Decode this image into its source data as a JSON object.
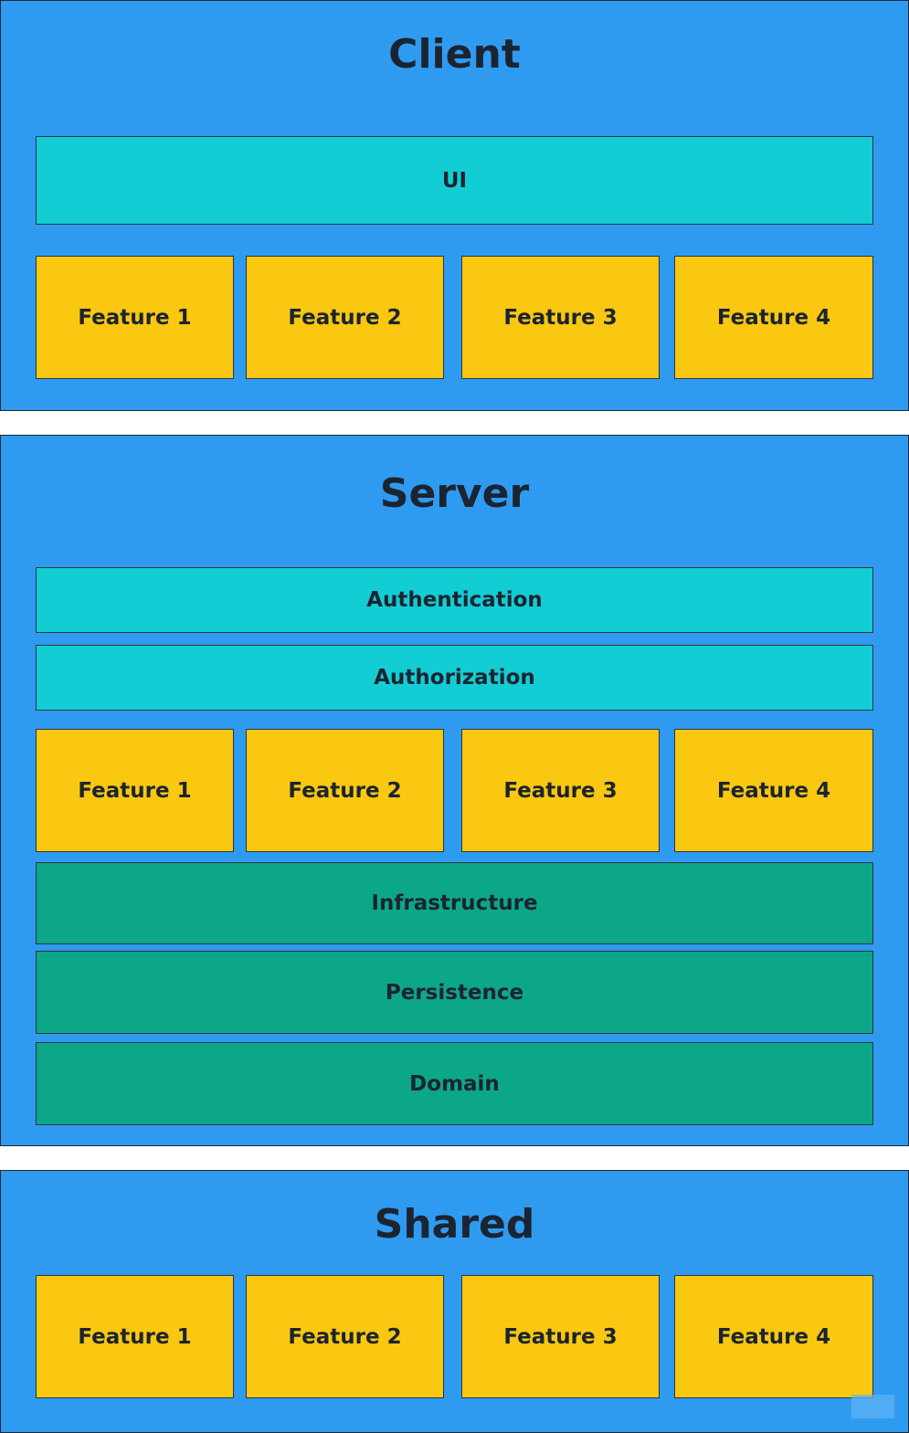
{
  "client": {
    "title": "Client",
    "layers": [
      "UI"
    ],
    "features": [
      "Feature 1",
      "Feature 2",
      "Feature 3",
      "Feature 4"
    ]
  },
  "server": {
    "title": "Server",
    "top_layers": [
      "Authentication",
      "Authorization"
    ],
    "features": [
      "Feature 1",
      "Feature 2",
      "Feature 3",
      "Feature 4"
    ],
    "bottom_layers": [
      "Infrastructure",
      "Persistence",
      "Domain"
    ]
  },
  "shared": {
    "title": "Shared",
    "features": [
      "Feature 1",
      "Feature 2",
      "Feature 3",
      "Feature 4"
    ]
  },
  "colors": {
    "panel": "#2f9bf0",
    "cross_cutting_layer": "#12cdd4",
    "feature": "#fac711",
    "core_layer": "#0ca789"
  }
}
